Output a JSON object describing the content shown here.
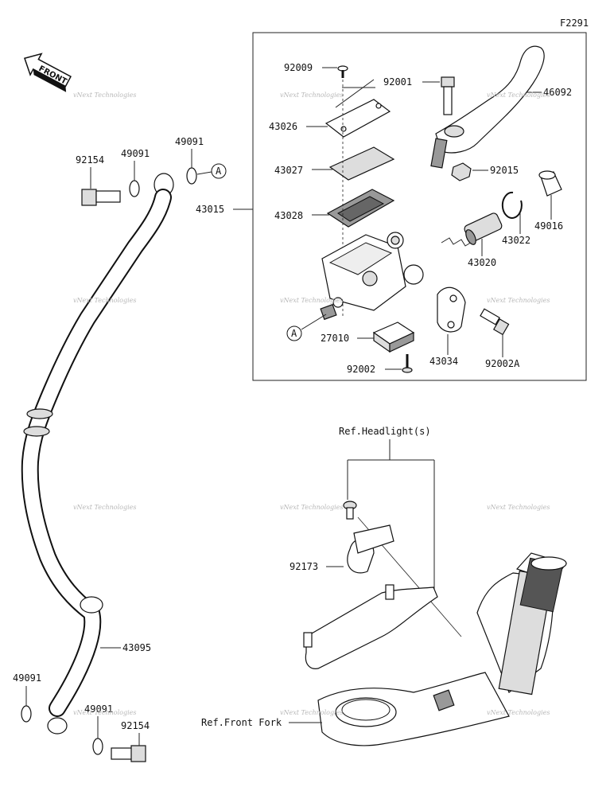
{
  "figure_id": "F2291",
  "front_label": "FRONT",
  "ref_headlight": "Ref.Headlight(s)",
  "ref_front_fork": "Ref.Front Fork",
  "watermark": "vNext Technologies",
  "callout_a": "A",
  "parts": {
    "p92009": "92009",
    "p92001": "92001",
    "p46092": "46092",
    "p43026": "43026",
    "p43027": "43027",
    "p92015": "92015",
    "p43015": "43015",
    "p43028": "43028",
    "p49016": "49016",
    "p43022": "43022",
    "p43020": "43020",
    "p27010": "27010",
    "p43034": "43034",
    "p92002A": "92002A",
    "p92002": "92002",
    "p92154_top": "92154",
    "p49091_top1": "49091",
    "p49091_top2": "49091",
    "p43095": "43095",
    "p49091_bot1": "49091",
    "p49091_bot2": "49091",
    "p92154_bot": "92154",
    "p92173": "92173"
  }
}
